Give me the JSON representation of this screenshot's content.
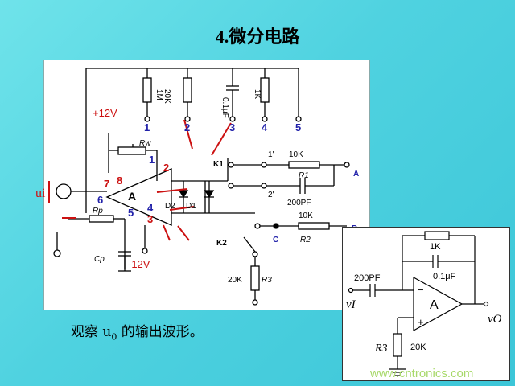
{
  "title": {
    "number": "4.",
    "text": "微分电路"
  },
  "caption": {
    "prefix": "观察 u",
    "sub": "0",
    "suffix": " 的输出波形。"
  },
  "watermark": "www.cntronics.com",
  "main_circuit": {
    "resistors_top": [
      "1M",
      "20K",
      "1K"
    ],
    "capacitor_top": "0.1μF",
    "terminals": [
      "1",
      "2",
      "3",
      "4",
      "5"
    ],
    "supply_pos": "+12V",
    "supply_neg": "-12V",
    "rw_label": "Rw",
    "pin_labels": [
      "1",
      "2",
      "3",
      "4",
      "5",
      "6",
      "7",
      "8"
    ],
    "opamp_symbol": "A",
    "k1_label": "K1",
    "k2_label": "K2",
    "switch_pos_1": "1'",
    "switch_pos_2": "2'",
    "r1_value": "10K",
    "r1_name": "R1",
    "c_value": "200PF",
    "r2_value": "10K",
    "r2_name": "R2",
    "r3_value": "20K",
    "r3_name": "R3",
    "rp_label": "Rp",
    "cp_label": "Cp",
    "d1_label": "D1",
    "d2_label": "D2",
    "node_a": "A",
    "node_b": "B",
    "node_c": "C",
    "input_label": "ui"
  },
  "inset_circuit": {
    "r_feedback": "1K",
    "c_feedback": "0.1μF",
    "c_input": "200PF",
    "input_label": "vI",
    "output_label": "vO",
    "opamp_symbol": "A",
    "r3_name": "R3",
    "r3_value": "20K",
    "minus": "−",
    "plus": "+"
  },
  "colors": {
    "background": "#4fd2e0",
    "wire": "#000000",
    "accent": "#cc1111",
    "pin": "#2222aa"
  }
}
